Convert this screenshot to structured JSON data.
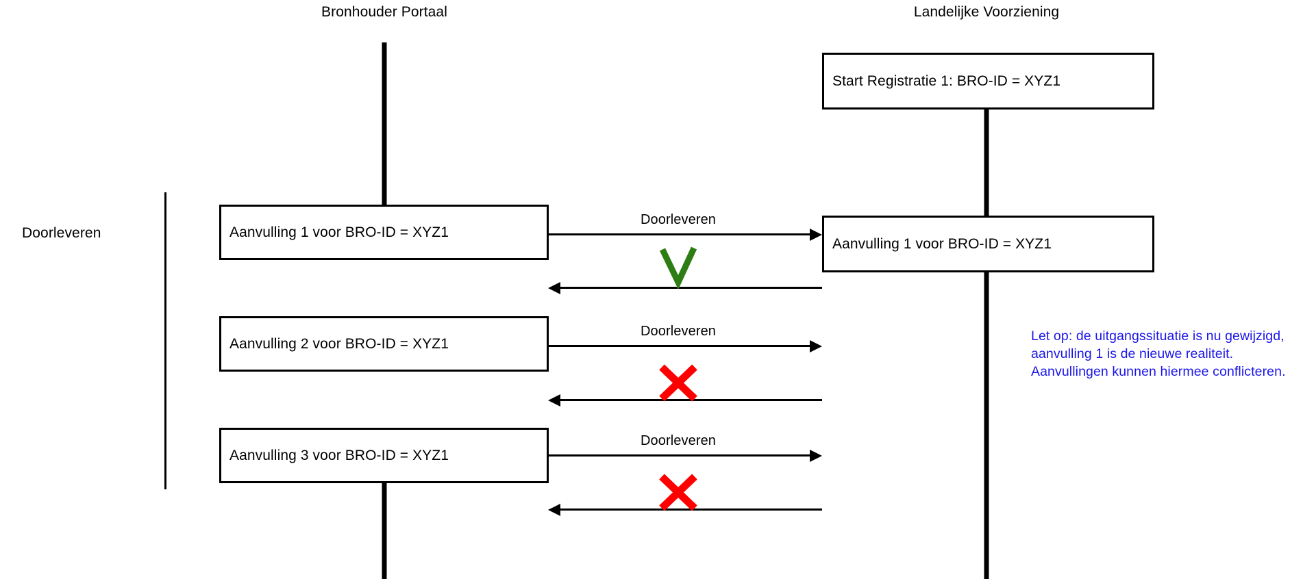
{
  "diagram": {
    "title_left": "Bronhouder Portaal",
    "title_right": "Landelijke Voorziening",
    "group_label": "Doorleveren",
    "note": "Let op: de uitgangssituatie is nu gewijzigd, aanvulling 1 is de nieuwe realiteit. Aanvullingen kunnen hiermee conflicteren.",
    "colors": {
      "line": "#000000",
      "note_text": "#1A15E8",
      "check": "#2E7D14",
      "cross": "#FF0000",
      "background": "#FFFFFF"
    },
    "boxes": {
      "start_registration": "Start Registratie 1: BRO-ID = XYZ1",
      "aanvulling_1_left": "Aanvulling 1 voor BRO-ID = XYZ1",
      "aanvulling_2_left": "Aanvulling 2 voor BRO-ID = XYZ1",
      "aanvulling_3_left": "Aanvulling 3 voor BRO-ID = XYZ1",
      "aanvulling_1_right": "Aanvulling 1 voor BRO-ID = XYZ1"
    },
    "messages": [
      {
        "label": "Doorleveren",
        "direction": "right",
        "outcome": "success"
      },
      {
        "label": "Doorleveren",
        "direction": "right",
        "outcome": "failure"
      },
      {
        "label": "Doorleveren",
        "direction": "right",
        "outcome": "failure"
      }
    ],
    "marks": {
      "success": "check-mark",
      "failure": "cross-mark"
    }
  }
}
